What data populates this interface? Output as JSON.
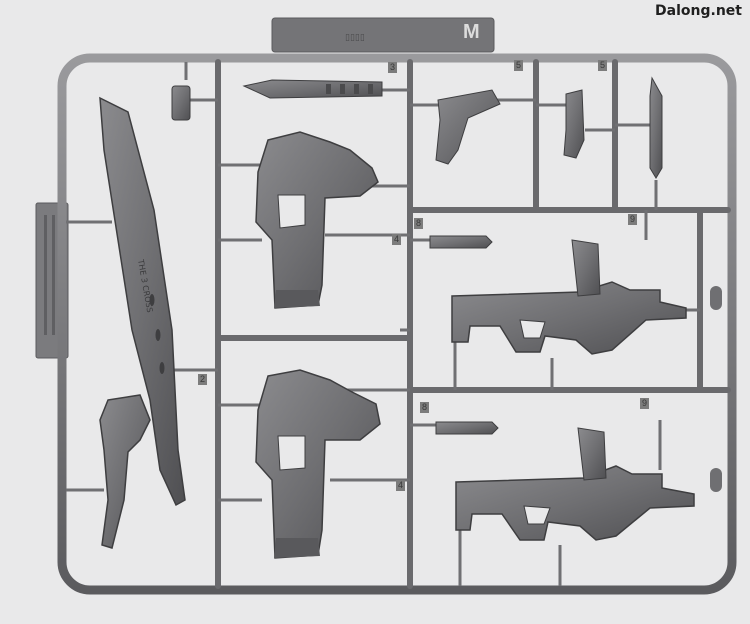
{
  "watermark": "Dalong.net",
  "sprue_letter": "M",
  "part_numbers": [
    "2",
    "3",
    "4",
    "4",
    "5",
    "5",
    "8",
    "8",
    "9",
    "9"
  ],
  "blade_engraving": "THE 3 CROSS",
  "colors": {
    "background": "#e9e9ea",
    "plastic": "#707072",
    "plastic_dark": "#3e3e40",
    "plastic_light": "#a8a8ab"
  }
}
